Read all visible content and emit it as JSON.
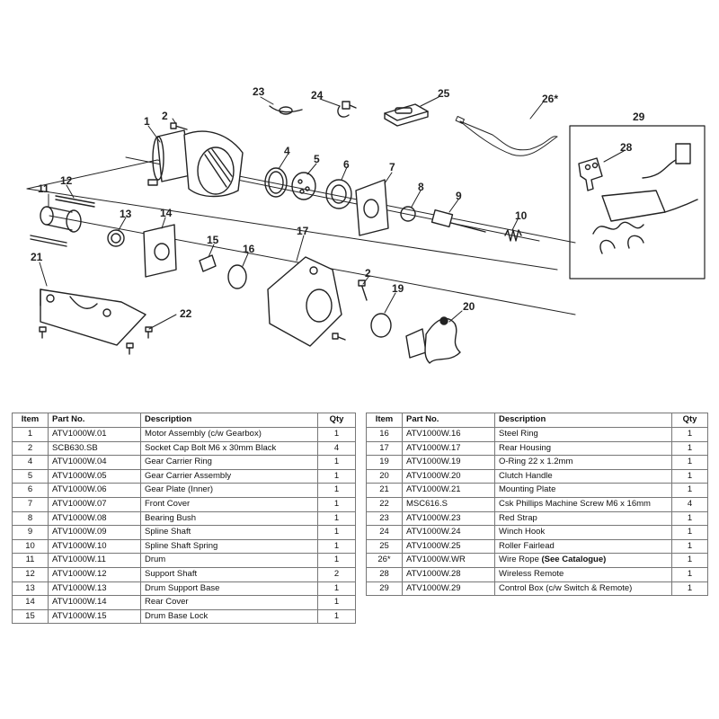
{
  "callouts": {
    "c1": "1",
    "c2a": "2",
    "c2b": "2",
    "c4": "4",
    "c5": "5",
    "c6": "6",
    "c7": "7",
    "c8": "8",
    "c9": "9",
    "c10": "10",
    "c11": "11",
    "c12": "12",
    "c13": "13",
    "c14": "14",
    "c15": "15",
    "c16": "16",
    "c17": "17",
    "c19": "19",
    "c20": "20",
    "c21": "21",
    "c22": "22",
    "c23": "23",
    "c24": "24",
    "c25": "25",
    "c26": "26*",
    "c28": "28",
    "c29": "29"
  },
  "headers": {
    "item": "Item",
    "part": "Part No.",
    "desc": "Description",
    "qty": "Qty"
  },
  "left_rows": [
    {
      "item": "1",
      "part": "ATV1000W.01",
      "desc": "Motor Assembly (c/w Gearbox)",
      "qty": "1"
    },
    {
      "item": "2",
      "part": "SCB630.SB",
      "desc": "Socket Cap Bolt M6 x 30mm Black",
      "qty": "4"
    },
    {
      "item": "4",
      "part": "ATV1000W.04",
      "desc": "Gear Carrier Ring",
      "qty": "1"
    },
    {
      "item": "5",
      "part": "ATV1000W.05",
      "desc": "Gear Carrier Assembly",
      "qty": "1"
    },
    {
      "item": "6",
      "part": "ATV1000W.06",
      "desc": "Gear Plate (Inner)",
      "qty": "1"
    },
    {
      "item": "7",
      "part": "ATV1000W.07",
      "desc": "Front Cover",
      "qty": "1"
    },
    {
      "item": "8",
      "part": "ATV1000W.08",
      "desc": "Bearing Bush",
      "qty": "1"
    },
    {
      "item": "9",
      "part": "ATV1000W.09",
      "desc": "Spline Shaft",
      "qty": "1"
    },
    {
      "item": "10",
      "part": "ATV1000W.10",
      "desc": "Spline Shaft Spring",
      "qty": "1"
    },
    {
      "item": "11",
      "part": "ATV1000W.11",
      "desc": "Drum",
      "qty": "1"
    },
    {
      "item": "12",
      "part": "ATV1000W.12",
      "desc": "Support Shaft",
      "qty": "2"
    },
    {
      "item": "13",
      "part": "ATV1000W.13",
      "desc": "Drum Support Base",
      "qty": "1"
    },
    {
      "item": "14",
      "part": "ATV1000W.14",
      "desc": "Rear Cover",
      "qty": "1"
    },
    {
      "item": "15",
      "part": "ATV1000W.15",
      "desc": "Drum Base Lock",
      "qty": "1"
    }
  ],
  "right_rows": [
    {
      "item": "16",
      "part": "ATV1000W.16",
      "desc": "Steel Ring",
      "qty": "1"
    },
    {
      "item": "17",
      "part": "ATV1000W.17",
      "desc": "Rear Housing",
      "qty": "1"
    },
    {
      "item": "19",
      "part": "ATV1000W.19",
      "desc": "O-Ring 22 x 1.2mm",
      "qty": "1"
    },
    {
      "item": "20",
      "part": "ATV1000W.20",
      "desc": "Clutch Handle",
      "qty": "1"
    },
    {
      "item": "21",
      "part": "ATV1000W.21",
      "desc": "Mounting Plate",
      "qty": "1"
    },
    {
      "item": "22",
      "part": "MSC616.S",
      "desc": "Csk Phillips Machine Screw M6 x 16mm",
      "qty": "4"
    },
    {
      "item": "23",
      "part": "ATV1000W.23",
      "desc": "Red Strap",
      "qty": "1"
    },
    {
      "item": "24",
      "part": "ATV1000W.24",
      "desc": "Winch Hook",
      "qty": "1"
    },
    {
      "item": "25",
      "part": "ATV1000W.25",
      "desc": "Roller Fairlead",
      "qty": "1"
    },
    {
      "item": "26*",
      "part": "ATV1000W.WR",
      "desc": "Wire Rope",
      "desc_bold": "(See Catalogue)",
      "qty": "1"
    },
    {
      "item": "28",
      "part": "ATV1000W.28",
      "desc": "Wireless Remote",
      "qty": "1"
    },
    {
      "item": "29",
      "part": "ATV1000W.29",
      "desc": "Control Box (c/w Switch & Remote)",
      "qty": "1"
    }
  ]
}
